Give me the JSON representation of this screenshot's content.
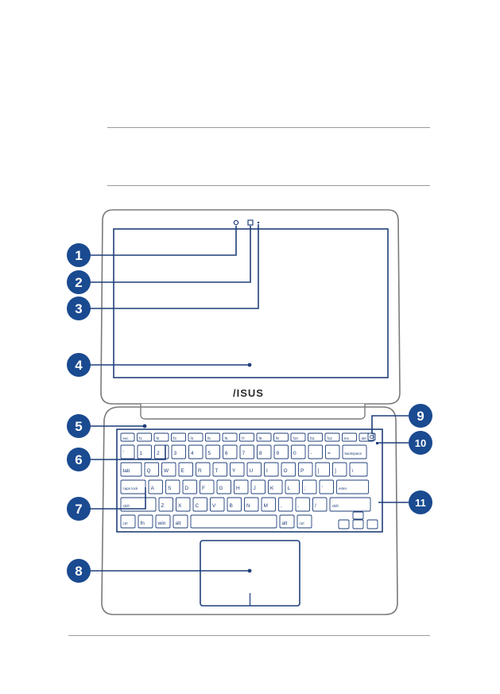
{
  "colors": {
    "outline": "#1f3f7a",
    "badge": "#1a4a90",
    "chassis": "#7a7a7a",
    "rule": "#9a9a9a"
  },
  "brand": {
    "logo": "/ISUS"
  },
  "callouts": [
    "1",
    "2",
    "3",
    "4",
    "5",
    "6",
    "7",
    "8",
    "9",
    "10",
    "11"
  ],
  "keyboard": {
    "row_esc": [
      "esc",
      "f1",
      "f2",
      "f3",
      "f4",
      "f5",
      "f6",
      "f7",
      "f8",
      "f9",
      "f10",
      "f11",
      "f12",
      "ins",
      "del"
    ],
    "row_num": [
      "`",
      "1",
      "2",
      "3",
      "4",
      "5",
      "6",
      "7",
      "8",
      "9",
      "0",
      "-",
      "=",
      "backspace"
    ],
    "row_q": [
      "tab",
      "Q",
      "W",
      "E",
      "R",
      "T",
      "Y",
      "U",
      "I",
      "O",
      "P",
      "[",
      "]",
      "\\"
    ],
    "row_a": [
      "caps lock",
      "A",
      "S",
      "D",
      "F",
      "G",
      "H",
      "J",
      "K",
      "L",
      ";",
      "'",
      "enter"
    ],
    "row_z": [
      "shift",
      "Z",
      "X",
      "C",
      "V",
      "B",
      "N",
      "M",
      ",",
      ".",
      "/",
      "shift"
    ],
    "row_bottom": [
      "ctrl",
      "fn",
      "win",
      "alt",
      "",
      "alt",
      "ctrl"
    ]
  }
}
